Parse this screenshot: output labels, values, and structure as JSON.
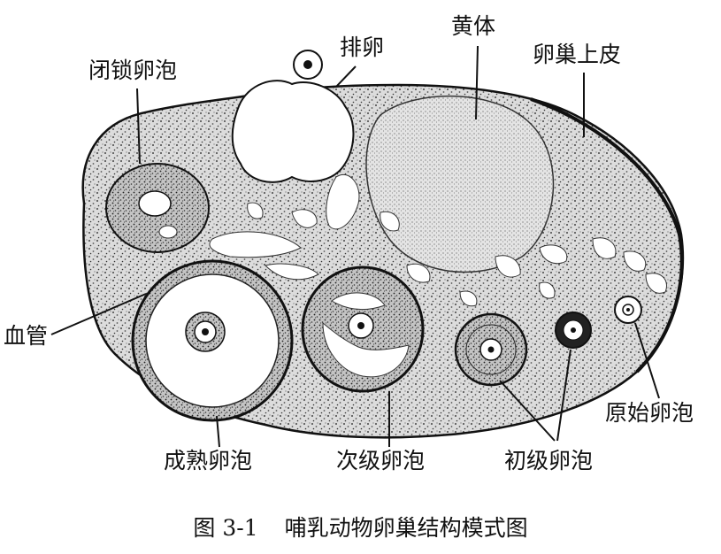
{
  "labels": {
    "atretic_follicle": "闭锁卵泡",
    "ovulation": "排卵",
    "corpus_luteum": "黄体",
    "ovarian_epithelium": "卵巢上皮",
    "blood_vessel": "血管",
    "mature_follicle": "成熟卵泡",
    "secondary_follicle": "次级卵泡",
    "primary_follicle": "初级卵泡",
    "primordial_follicle": "原始卵泡"
  },
  "caption": {
    "number": "图 3-1",
    "text": "哺乳动物卵巢结构模式图"
  }
}
